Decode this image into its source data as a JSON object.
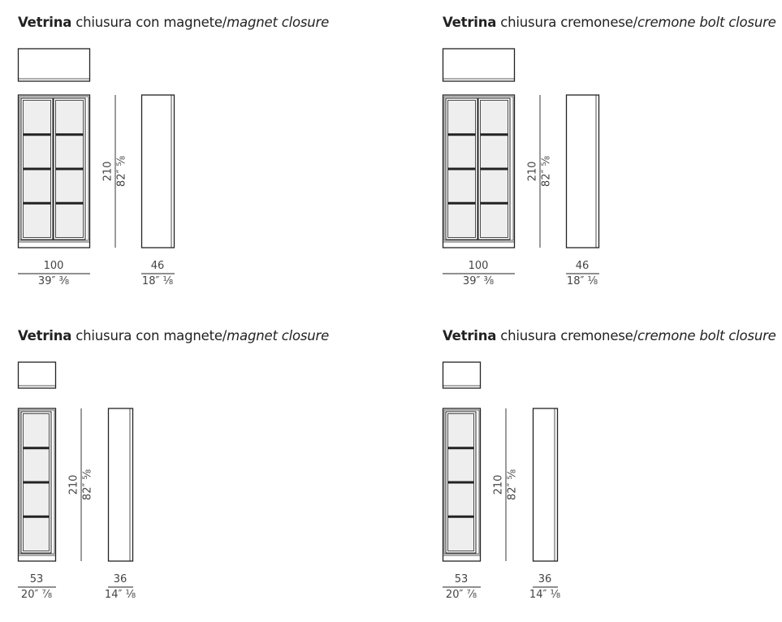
{
  "panels": [
    {
      "title_bold": "Vetrina",
      "title_normal": " chiusura con magnete/",
      "title_italic": "magnet closure",
      "height_cm": "210",
      "height_in": "82″ ⅝",
      "width_cm": "100",
      "width_in": "39″ ⅜",
      "depth_cm": "46",
      "depth_in": "18″ ⅛",
      "doors": 2
    },
    {
      "title_bold": "Vetrina",
      "title_normal": " chiusura cremonese/",
      "title_italic": "cremone bolt closure",
      "height_cm": "210",
      "height_in": "82″ ⅝",
      "width_cm": "100",
      "width_in": "39″ ⅜",
      "depth_cm": "46",
      "depth_in": "18″ ⅛",
      "doors": 2
    },
    {
      "title_bold": "Vetrina",
      "title_normal": " chiusura con magnete/",
      "title_italic": "magnet closure",
      "height_cm": "210",
      "height_in": "82″ ⅝",
      "width_cm": "53",
      "width_in": "20″ ⅞",
      "depth_cm": "36",
      "depth_in": "14″ ⅛",
      "doors": 1
    },
    {
      "title_bold": "Vetrina",
      "title_normal": " chiusura cremonese/",
      "title_italic": "cremone bolt closure",
      "height_cm": "210",
      "height_in": "82″ ⅝",
      "width_cm": "53",
      "width_in": "20″ ⅞",
      "depth_cm": "36",
      "depth_in": "14″ ⅛",
      "doors": 1
    }
  ],
  "colors": {
    "line": "#222222",
    "glass": "#eeeeee",
    "text": "#444444"
  }
}
